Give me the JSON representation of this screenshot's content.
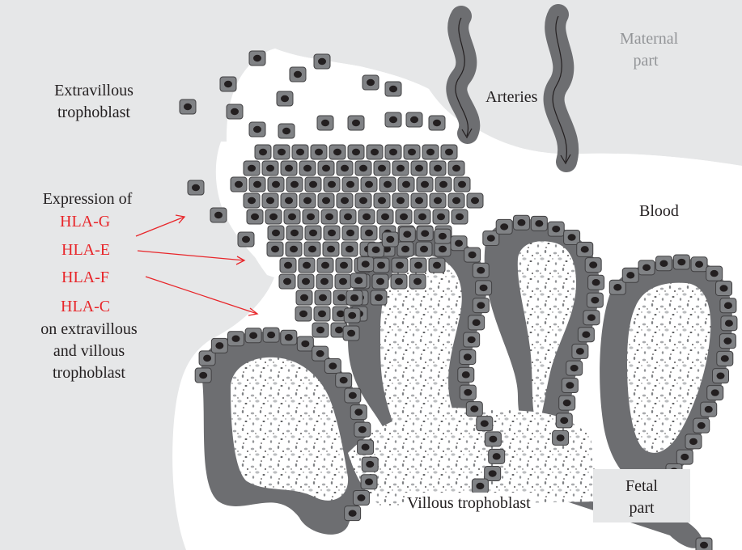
{
  "labels": {
    "maternal_part_line1": "Maternal",
    "maternal_part_line2": "part",
    "extravillous_line1": "Extravillous",
    "extravillous_line2": "trophoblast",
    "arteries": "Arteries",
    "blood": "Blood",
    "expression_of": "Expression of",
    "hla_g": "HLA-G",
    "hla_e": "HLA-E",
    "hla_f": "HLA-F",
    "hla_c": "HLA-C",
    "on_extravillous_line1": "on extravillous",
    "on_extravillous_line2": "and villous",
    "on_extravillous_line3": "trophoblast",
    "villous_trophoblast": "Villous trophoblast",
    "fetal_part_line1": "Fetal",
    "fetal_part_line2": "part"
  },
  "colors": {
    "maternal_tissue": "#e6e7e8",
    "cell_fill": "#808285",
    "cell_stroke": "#414042",
    "nucleus": "#231f20",
    "villus_band": "#6d6e71",
    "hla_text": "#e8262a",
    "label_text": "#231f20",
    "maternal_label": "#939598"
  }
}
